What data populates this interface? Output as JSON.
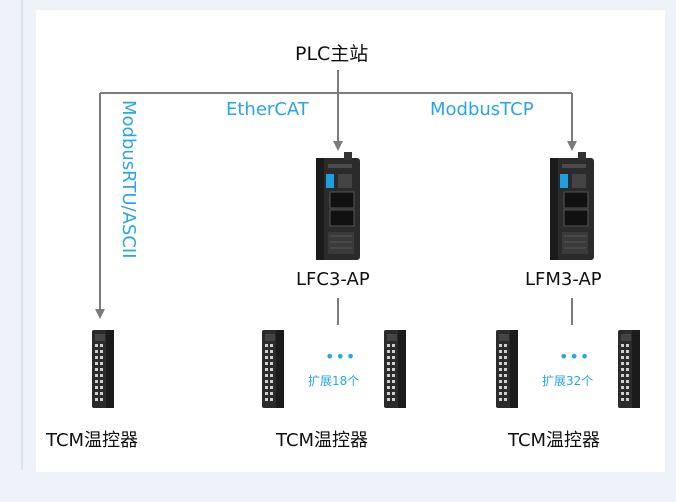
{
  "master": {
    "label": "PLC主站"
  },
  "protocols": {
    "rtu": "ModbusRTU/ASCII",
    "ethercat": "EtherCAT",
    "tcp": "ModbusTCP"
  },
  "couplers": [
    {
      "label": "LFC3-AP"
    },
    {
      "label": "LFM3-AP"
    }
  ],
  "controllers": [
    {
      "label": "TCM温控器"
    },
    {
      "label": "TCM温控器"
    },
    {
      "label": "TCM温控器"
    }
  ],
  "expansions": [
    {
      "dots": "•••",
      "text": "扩展18个"
    },
    {
      "dots": "•••",
      "text": "扩展32个"
    }
  ],
  "colors": {
    "accent": "#27a6e8",
    "line": "#7d7d7d",
    "device": "#2b2b2b"
  }
}
